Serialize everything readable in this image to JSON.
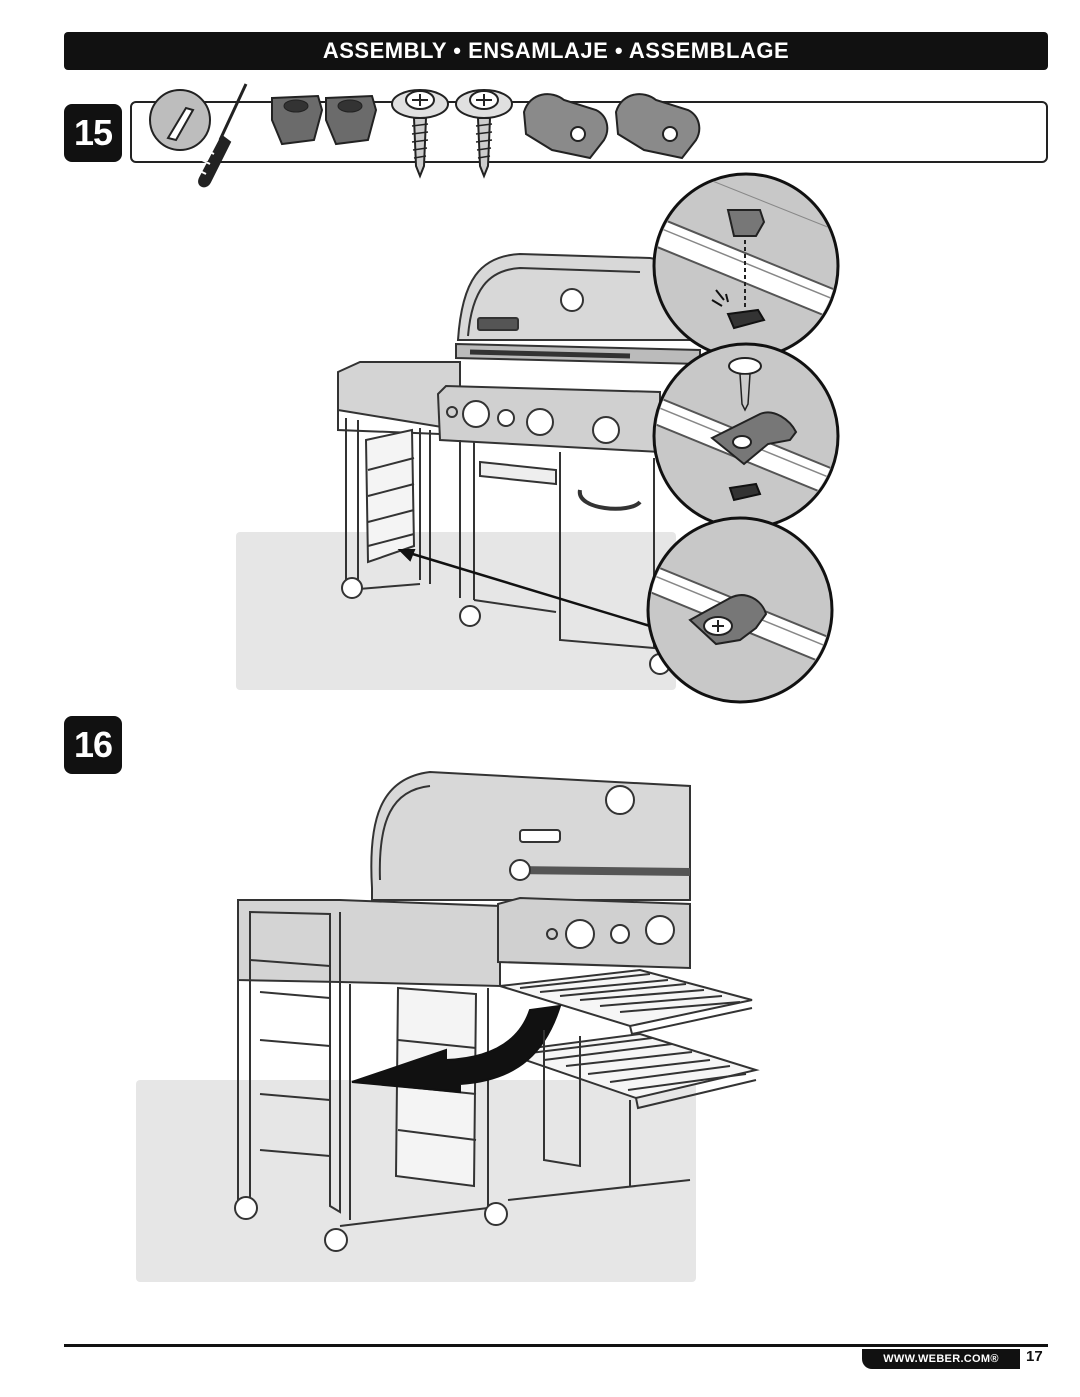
{
  "header": {
    "title": "ASSEMBLY • ENSAMLAJE • ASSEMBLAGE"
  },
  "steps": [
    {
      "number": "15"
    },
    {
      "number": "16"
    }
  ],
  "parts_icons": [
    "screwdriver-icon",
    "square-nut-icon",
    "square-nut-icon",
    "screw-icon",
    "screw-icon",
    "clip-bracket-icon",
    "clip-bracket-icon"
  ],
  "footer": {
    "url": "WWW.WEBER.COM®",
    "page_number": "17"
  },
  "colors": {
    "ink": "#111111",
    "floor_shade": "#e6e6e6",
    "part_gray": "#8a8a8a",
    "panel_gray": "#d4d4d4"
  }
}
